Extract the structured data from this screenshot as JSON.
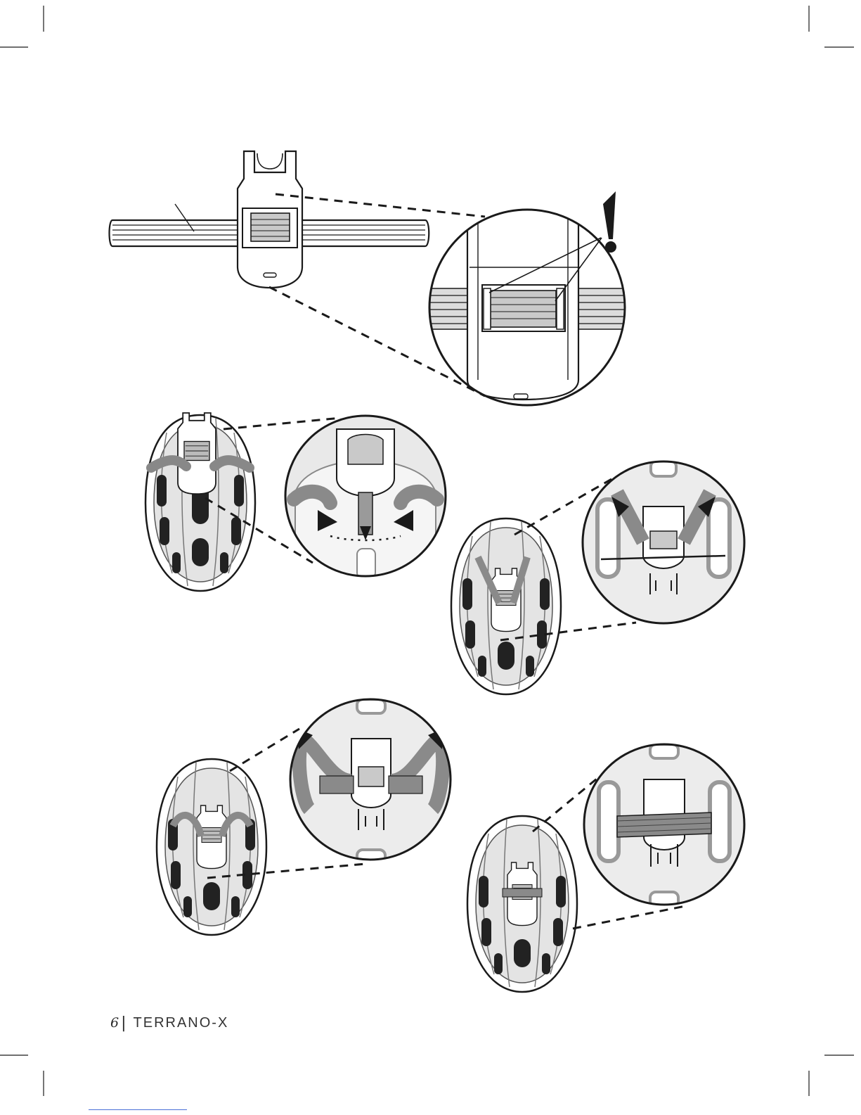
{
  "page": {
    "number": "6",
    "separator": "|",
    "brand": "TERRANO-X"
  },
  "figures": [
    {
      "id": "fig1",
      "subject": "mount-on-bar"
    },
    {
      "id": "fig2",
      "subject": "strap-insertion"
    },
    {
      "id": "fig3",
      "subject": "strap-pull-up"
    },
    {
      "id": "fig4",
      "subject": "strap-fold-over"
    },
    {
      "id": "fig5",
      "subject": "strap-secured"
    }
  ],
  "colors": {
    "ink": "#1a1a1a",
    "helmet_shade": "#cfcfcf",
    "strap_shade": "#8a8a8a",
    "link_rule": "#4a6fd8"
  },
  "icons": {
    "warning": "exclamation-mark"
  }
}
